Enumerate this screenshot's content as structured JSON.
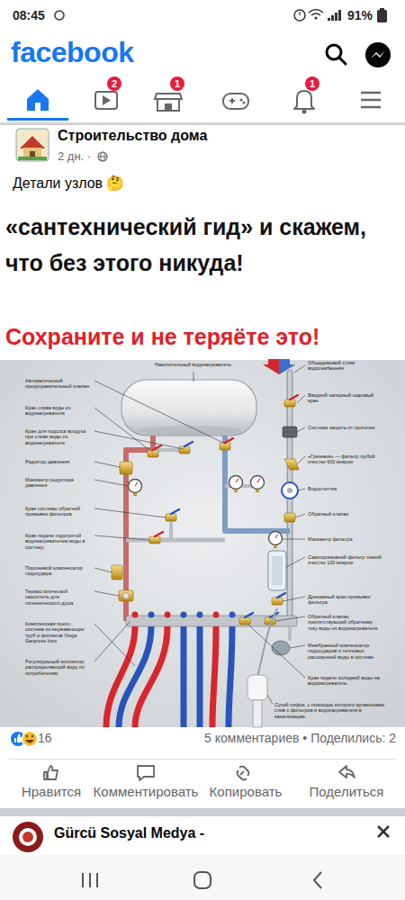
{
  "diagram": {
    "nodes": [
      {
        "text": [
          "2"
        ]
      },
      {
        "text": [
          "1"
        ]
      },
      {
        "text": [
          "1"
        ]
      }
    ],
    "labels": [
      "08:45",
      "91%",
      "facebook",
      "Строительство дома",
      "2 дн. ·",
      "Детали узлов 🤔",
      "«сантехнический гид» и скажем, что без этого никуда!",
      "Сохраните и не теряёте это!",
      "Накопительный водонагреватель",
      "Общедомовой стояк водоснабжения",
      "Автоматический предохранительный клапан",
      "Кран слива воды из водонагревателя",
      "Кран для подсоса воздуха при сливе воды из водонагревателя",
      "Редуктор давления",
      "Манометр редуктора давления",
      "Кран системы обратной промывки фильтров",
      "Кран подачи подогретой водонагревателем воды в систему",
      "Поршневой компенсатор гидроудара",
      "Термостатический смеситель для гигиенического душа",
      "Комплексная пресс-система из нержавеющих труб и фитингов Viega Sanpress Inox",
      "Регулирующий коллектор распределяющий воду по потребителям",
      "Вводной запорный шаровый кран",
      "Система защиты от протечек",
      "«Грязевик» — фильтр грубой очистки 600 микрон",
      "Водосчетчик",
      "Обратный клапан",
      "Манометр фильтра",
      "Самопромывной фильтр тонкой очистки 100 микрон",
      "Дренажный кран промывки фильтра",
      "Обратный клапан, препятствующий обратному току воды из водонагревателя",
      "Мембранный компенсатор гидроударов и тепловых расширений воды в системе",
      "Кран подачи холодной воды на водонагреватель",
      "Сухой сифон, с помощью которого организован слив с фильтров и водонагревателя в канализацию",
      "16",
      "5 комментариев • Поделились: 2",
      "Нравится",
      "Комментировать",
      "Копировать",
      "Поделиться",
      "Gürcü Sosyal Medya -"
    ]
  }
}
